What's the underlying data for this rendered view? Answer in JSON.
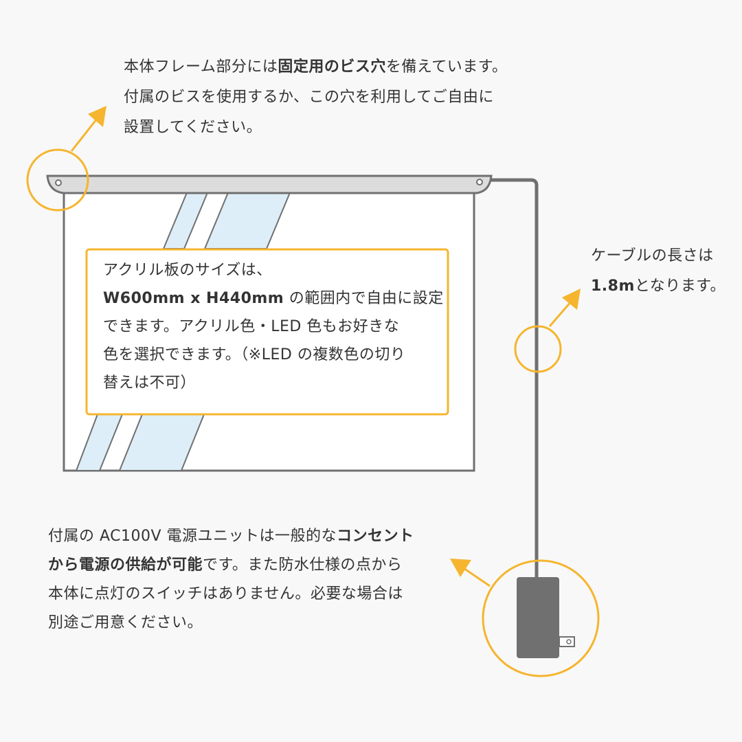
{
  "colors": {
    "background": "#f8f8f8",
    "accent": "#f5b52e",
    "frame": "#707070",
    "rail_fill": "#dcdcdc",
    "stripe": "#ddeef8",
    "text": "#333333"
  },
  "notes": {
    "top": {
      "line1_pre": "本体フレーム部分には",
      "line1_bold": "固定用のビス穴",
      "line1_post": "を備えています。",
      "line2": "付属のビスを使用するか、この穴を利用してご自由に",
      "line3": "設置してください。"
    },
    "center": {
      "line1": "アクリル板のサイズは、",
      "line2_bold": "W600mm x H440mm",
      "line2_post": " の範囲内で自由に設定",
      "line3": "できます。アクリル色・LED 色もお好きな",
      "line4": "色を選択できます。（※LED の複数色の切り",
      "line5": "替えは不可）"
    },
    "cable": {
      "line1": "ケーブルの長さは",
      "line2_bold": "1.8m",
      "line2_post": "となります。"
    },
    "bottom": {
      "line1_pre": "付属の AC100V 電源ユニットは一般的な",
      "line1_bold": "コンセント",
      "line2_bold": "から電源の供給が可能",
      "line2_post": "です。また防水仕様の点から",
      "line3": "本体に点灯のスイッチはありません。必要な場合は",
      "line4": "別途ご用意ください。"
    }
  },
  "icons": {
    "top_arrow": "arrow-up-right-icon",
    "cable_arrow": "arrow-up-right-icon",
    "bottom_arrow": "arrow-up-left-icon",
    "plug": "power-adapter-icon"
  }
}
